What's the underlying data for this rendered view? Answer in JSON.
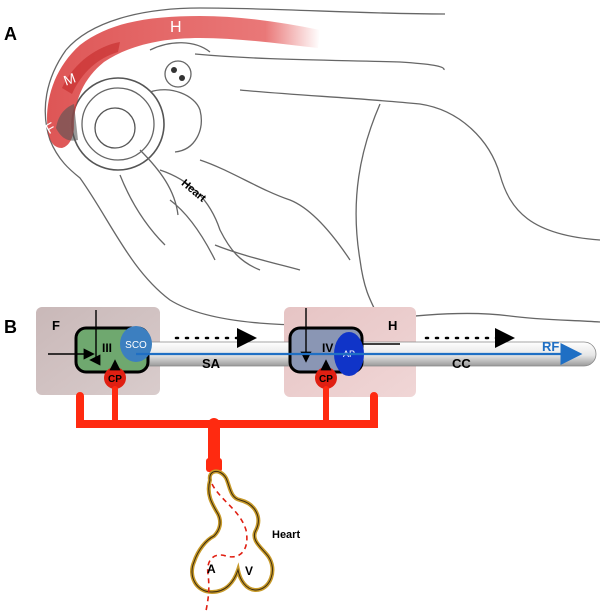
{
  "panel_a": {
    "label": "A",
    "region_f": "F",
    "region_m": "M",
    "region_h": "H",
    "heart": "Heart"
  },
  "panel_b": {
    "label": "B",
    "forebrain": "F",
    "hindbrain": "H",
    "ventricle_3": "III",
    "ventricle_4": "IV",
    "sco": "SCO",
    "ap": "AP",
    "cp_left": "CP",
    "cp_right": "CP",
    "sa": "SA",
    "cc": "CC",
    "rf": "RF",
    "heart": "Heart",
    "atrium": "A",
    "ventricle": "V"
  },
  "colors": {
    "vessel_red": "#ff2a10",
    "cp_red": "#e01f12",
    "sco_blue": "#3c7fc0",
    "ap_blue": "#1034c8",
    "rf_blue": "#1f6fc4",
    "heart_gold": "#c79a2a",
    "neural_pink": "#e04040",
    "box_bg": "#c8b4b4"
  }
}
